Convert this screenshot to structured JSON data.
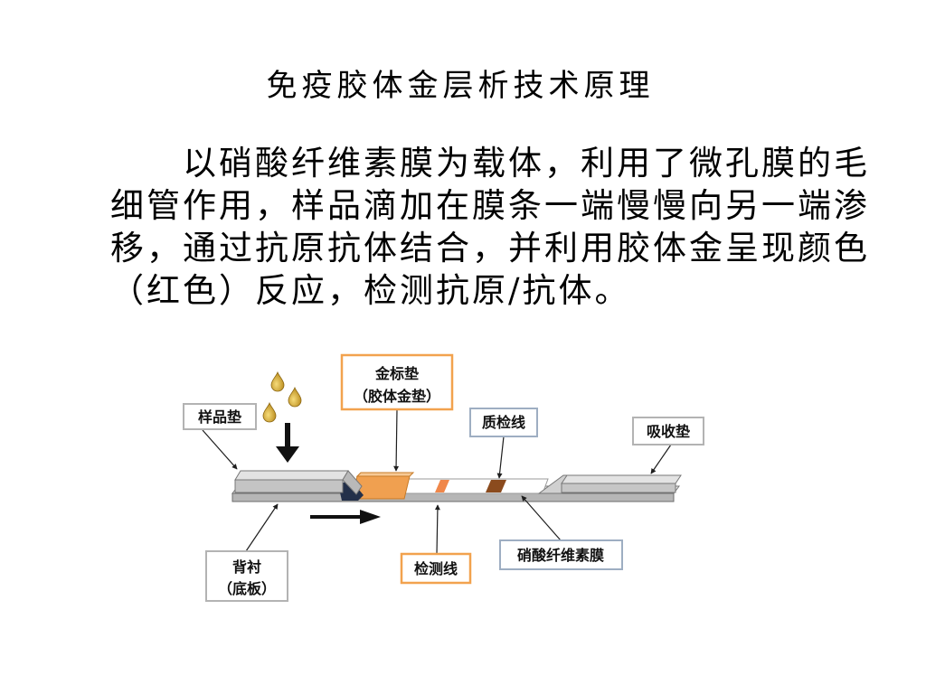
{
  "title": "免疫胶体金层析技术原理",
  "paragraph": {
    "lines": [
      "以硝酸纤维素膜为载体，利用了微孔膜的毛",
      "细管作用，样品滴加在膜条一端慢慢向另一端渗",
      "移，通过抗原抗体结合，并利用胶体金呈现颜色",
      "（红色）反应，检测抗原/抗体。"
    ]
  },
  "diagram": {
    "labels": {
      "sample_pad": "样品垫",
      "gold_pad": [
        "金标垫",
        "（胶体金垫）"
      ],
      "control_line": "质检线",
      "absorbent_pad": "吸收垫",
      "backing": [
        "背衬",
        "（底板）"
      ],
      "test_line": "检测线",
      "membrane": "硝酸纤维素膜"
    },
    "colors": {
      "gold_pad": "#f0a050",
      "test_line": "#f0874a",
      "control_line": "#8b4b1e",
      "sample_drop": "#b8891a",
      "border_orange": "#f2a24e",
      "border_gray": "#b3b3b3",
      "border_blue_gray": "#9eaec2"
    },
    "icons": {
      "sample_drops": "droplet-icon",
      "drop_direction": "arrow-down-icon",
      "flow_direction": "arrow-right-icon"
    }
  }
}
